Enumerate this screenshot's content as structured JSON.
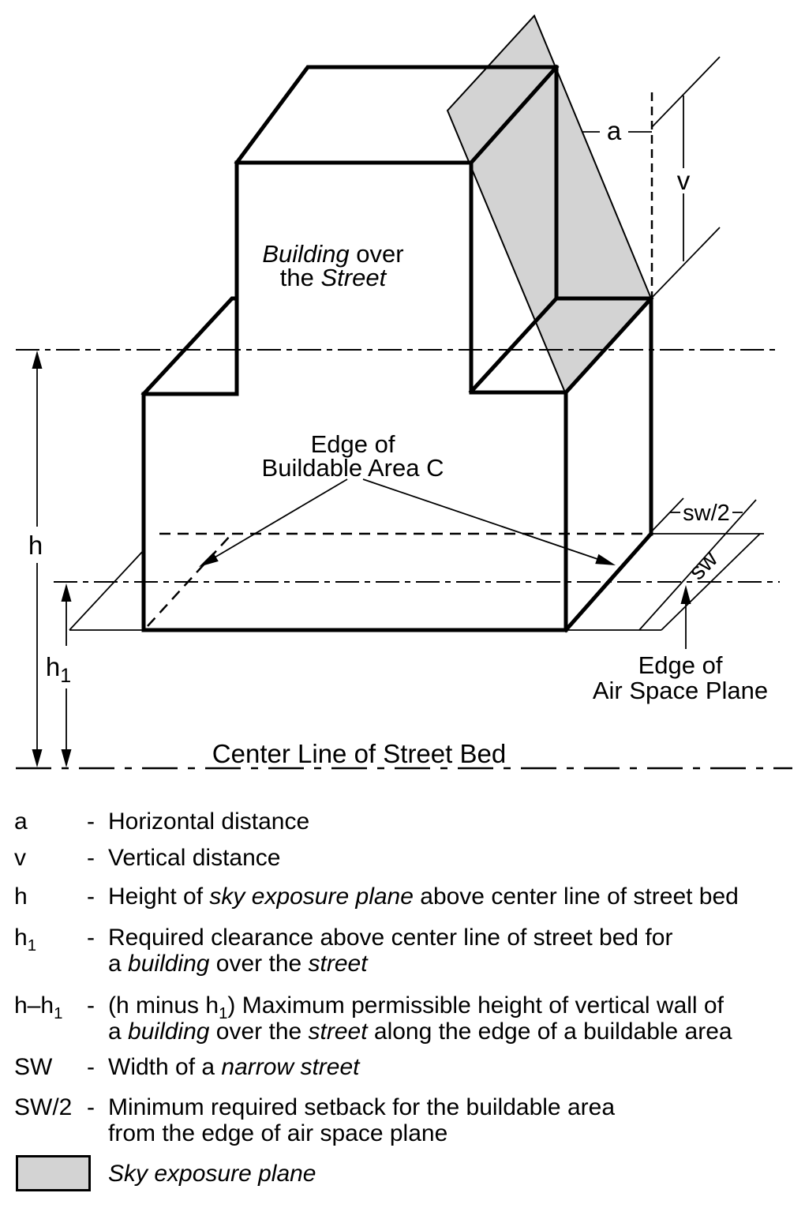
{
  "colors": {
    "plane_fill": "#d3d3d3",
    "line": "#000000",
    "background": "#ffffff"
  },
  "diagram": {
    "building_label": {
      "l1_italic": "Building",
      "l1_rest": " over",
      "l2_rest": "the ",
      "l2_italic": "Street"
    },
    "edge_buildable": {
      "l1": "Edge of",
      "l2": "Buildable Area C"
    },
    "edge_airspace": {
      "l1": "Edge of",
      "l2": "Air Space Plane"
    },
    "center_line_label": "Center Line of Street Bed",
    "dim_a": "a",
    "dim_v": "v",
    "dim_h": "h",
    "dim_h1_base": "h",
    "dim_h1_sub": "1",
    "dim_sw2": "sw/2",
    "dim_sw": "sw"
  },
  "legend": {
    "dash": "-",
    "rows": [
      {
        "name": "a",
        "label": [
          {
            "t": "a"
          }
        ],
        "lines": [
          [
            {
              "t": "Horizontal distance"
            }
          ]
        ]
      },
      {
        "name": "v",
        "label": [
          {
            "t": "v"
          }
        ],
        "lines": [
          [
            {
              "t": "Vertical distance"
            }
          ]
        ]
      },
      {
        "name": "h",
        "label": [
          {
            "t": "h"
          }
        ],
        "lines": [
          [
            {
              "t": "Height of "
            },
            {
              "t": "sky exposure plane",
              "i": 1
            },
            {
              "t": " above center line of street bed"
            }
          ]
        ]
      },
      {
        "name": "h1",
        "label": [
          {
            "t": "h"
          },
          {
            "t": "1",
            "sub": 1
          }
        ],
        "lines": [
          [
            {
              "t": "Required clearance above center line of street bed for"
            }
          ],
          [
            {
              "t": "a "
            },
            {
              "t": "building",
              "i": 1
            },
            {
              "t": " over the "
            },
            {
              "t": "street",
              "i": 1
            }
          ]
        ]
      },
      {
        "name": "h-minus-h1",
        "label": [
          {
            "t": "h–h"
          },
          {
            "t": "1",
            "sub": 1
          }
        ],
        "lines": [
          [
            {
              "t": "(h minus h"
            },
            {
              "t": "1",
              "sub": 1
            },
            {
              "t": ") Maximum permissible height of vertical wall of"
            }
          ],
          [
            {
              "t": "a "
            },
            {
              "t": "building",
              "i": 1
            },
            {
              "t": " over the "
            },
            {
              "t": "street",
              "i": 1
            },
            {
              "t": " along the edge of a buildable area"
            }
          ]
        ]
      },
      {
        "name": "sw",
        "label": [
          {
            "t": "SW"
          }
        ],
        "lines": [
          [
            {
              "t": "Width of a "
            },
            {
              "t": "narrow street",
              "i": 1
            }
          ]
        ]
      },
      {
        "name": "sw2",
        "label": [
          {
            "t": "SW/2"
          }
        ],
        "lines": [
          [
            {
              "t": "Minimum required setback for the buildable area"
            }
          ],
          [
            {
              "t": "from the edge of air space plane"
            }
          ]
        ]
      },
      {
        "name": "sky-exposure-plane",
        "swatch": true,
        "lines": [
          [
            {
              "t": "Sky exposure plane",
              "i": 1
            }
          ]
        ]
      }
    ]
  }
}
